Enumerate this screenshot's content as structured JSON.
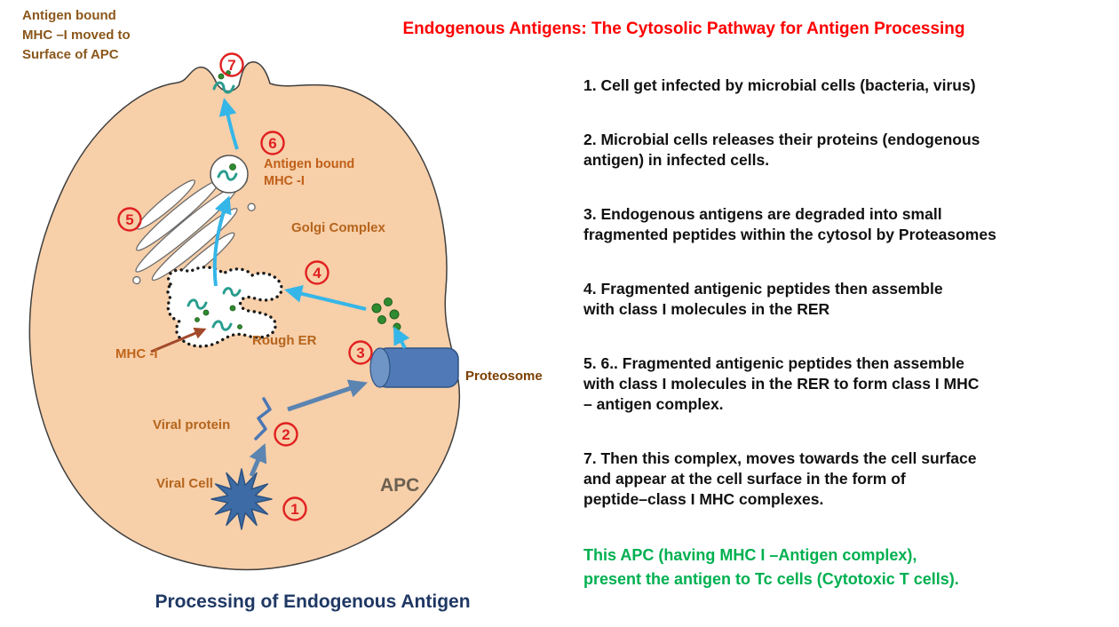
{
  "title": "Endogenous Antigens: The Cytosolic Pathway for Antigen Processing",
  "colors": {
    "title_red": "#ff0000",
    "footer_green": "#00b050",
    "caption_navy": "#1f3864",
    "label_brown": "#b5651d",
    "dark_brown": "#8a571b",
    "cell_fill": "#f7cfa9",
    "proteosome_blue": "#4f79b7",
    "arrow_cyan": "#35b6e8",
    "arrow_steel": "#5b84b1",
    "green_dot": "#2f8b2f",
    "teal_mhc": "#2a9d8f",
    "badge_red": "#e02020"
  },
  "diagram": {
    "surface_label_lines": [
      "Antigen bound",
      "MHC –I moved to",
      "Surface of APC"
    ],
    "antigen_bound_lines": [
      "Antigen bound",
      "MHC -I"
    ],
    "golgi_label": "Golgi Complex",
    "rough_er_label": "Rough ER",
    "mhc_label": "MHC -I",
    "viral_protein_label": "Viral protein",
    "viral_cell_label": "Viral Cell",
    "proteosome_label": "Proteosome",
    "apc_label": "APC",
    "caption": "Processing of Endogenous Antigen",
    "step_numbers": [
      "1",
      "2",
      "3",
      "4",
      "5",
      "6",
      "7"
    ]
  },
  "steps": [
    [
      "1. Cell get infected by microbial cells (bacteria, virus)"
    ],
    [
      "2. Microbial cells releases their proteins (endogenous",
      "antigen)  in infected cells."
    ],
    [
      "3. Endogenous antigens are degraded into small",
      "fragmented peptides within the cytosol by Proteasomes"
    ],
    [
      "4. Fragmented antigenic peptides then assemble",
      "with class I molecules in the RER"
    ],
    [
      "5. 6.. Fragmented antigenic peptides then assemble",
      "with class I molecules in the RER to form class I MHC",
      "– antigen complex."
    ],
    [
      "7. Then this complex, moves towards the cell surface",
      "and appear at the cell surface in the form of",
      "peptide–class I MHC complexes."
    ]
  ],
  "footer_lines": [
    "This APC (having MHC I –Antigen complex),",
    "present the antigen to Tc cells (Cytotoxic T cells)."
  ]
}
